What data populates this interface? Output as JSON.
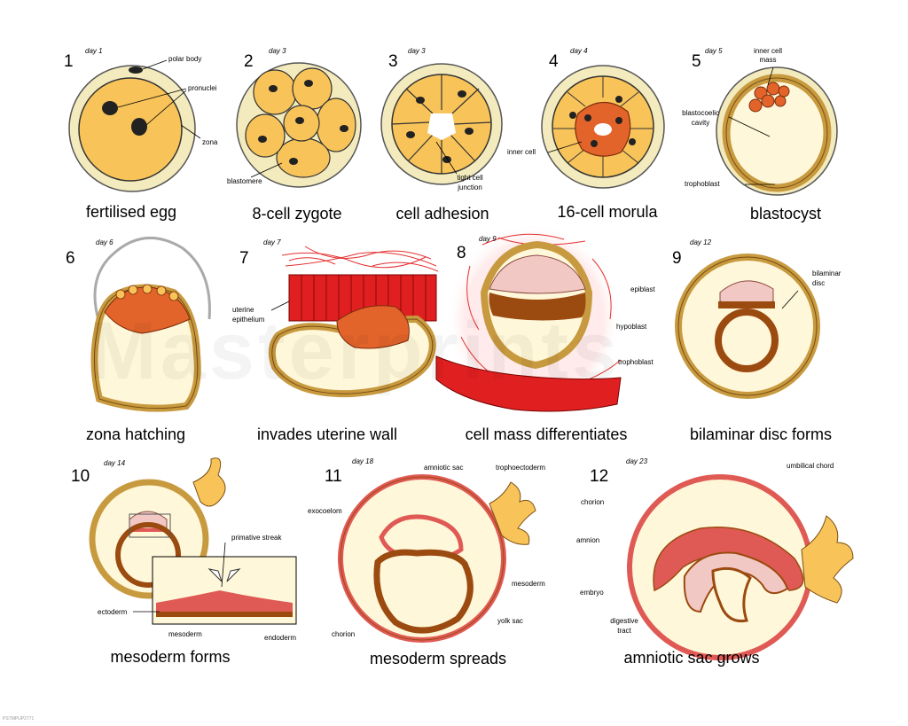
{
  "stages": [
    {
      "number": "1",
      "day": "day 1",
      "caption": "fertilised egg",
      "labels": [
        "polar body",
        "pronuclei",
        "zona"
      ]
    },
    {
      "number": "2",
      "day": "day 3",
      "caption": "8-cell zygote",
      "labels": [
        "blastomere"
      ]
    },
    {
      "number": "3",
      "day": "day 3",
      "caption": "cell adhesion",
      "labels": [
        "tight cell",
        "junction"
      ]
    },
    {
      "number": "4",
      "day": "day 4",
      "caption": "16-cell morula",
      "labels": [
        "inner cell"
      ]
    },
    {
      "number": "5",
      "day": "day 5",
      "caption": "blastocyst",
      "labels": [
        "inner cell",
        "mass",
        "blastocoelic",
        "cavity",
        "trophoblast"
      ]
    },
    {
      "number": "6",
      "day": "day 6",
      "caption": "zona hatching",
      "labels": []
    },
    {
      "number": "7",
      "day": "day 7",
      "caption": "invades uterine wall",
      "labels": [
        "uterine",
        "epithelium"
      ]
    },
    {
      "number": "8",
      "day": "day 9",
      "caption": "cell mass differentiates",
      "labels": [
        "epiblast",
        "hypoblast",
        "trophoblast"
      ]
    },
    {
      "number": "9",
      "day": "day 12",
      "caption": "bilaminar disc forms",
      "labels": [
        "bilaminar",
        "disc"
      ]
    },
    {
      "number": "10",
      "day": "day 14",
      "caption": "mesoderm forms",
      "labels": [
        "primative streak",
        "ectoderm",
        "mesoderm",
        "endoderm"
      ]
    },
    {
      "number": "11",
      "day": "day 18",
      "caption": "mesoderm spreads",
      "labels": [
        "amniotic sac",
        "trophoectoderm",
        "exocoelom",
        "mesoderm",
        "yolk sac",
        "chorion"
      ]
    },
    {
      "number": "12",
      "day": "day 23",
      "caption": "amniotic sac grows",
      "labels": [
        "umbilical chord",
        "chorion",
        "amnion",
        "embryo",
        "digestive",
        "tract"
      ]
    }
  ],
  "watermark": "Masterprints",
  "reference": "PSTMPUP2771",
  "colors": {
    "cell_fill": "#f8c45a",
    "cell_outline": "#7a4e10",
    "zona": "#f3ebbd",
    "cavity": "#fff7d9",
    "inner_cell_mass": "#e3642a",
    "epiblast": "#f2c8c4",
    "mesoderm": "#e05a55",
    "uterine_wall": "#e02020",
    "hypoblast": "#9b4a10",
    "nucleus": "#2a1a10"
  }
}
